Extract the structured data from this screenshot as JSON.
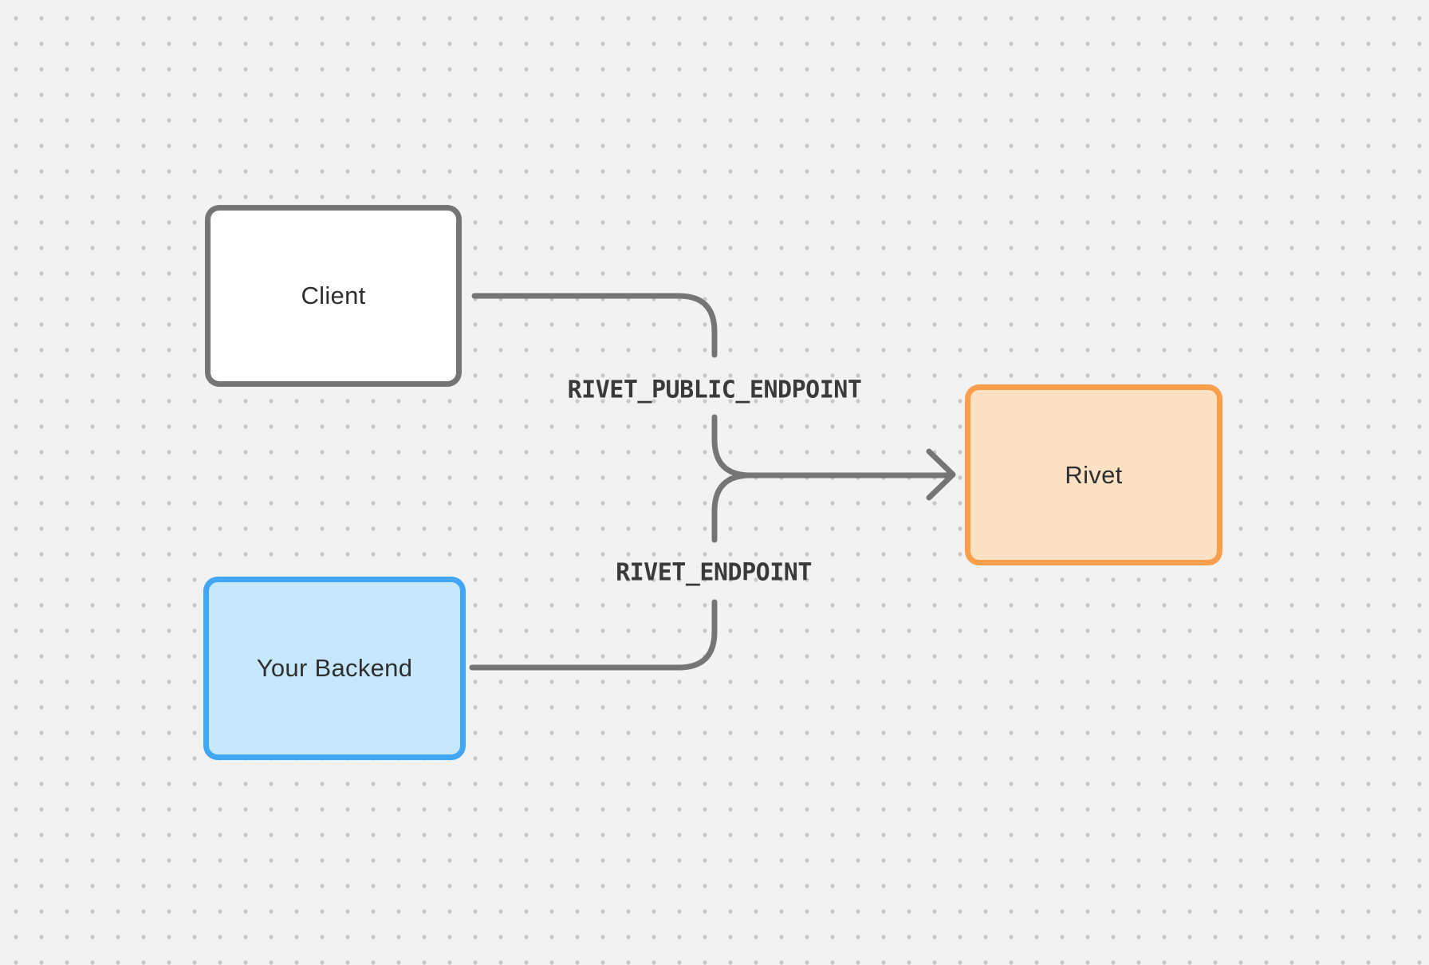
{
  "nodes": {
    "client": {
      "label": "Client"
    },
    "backend": {
      "label": "Your Backend"
    },
    "rivet": {
      "label": "Rivet"
    }
  },
  "edges": {
    "public_endpoint_label": "RIVET_PUBLIC_ENDPOINT",
    "endpoint_label": "RIVET_ENDPOINT"
  },
  "colors": {
    "bg": "#f2f2f3",
    "dot": "#c7c7cc",
    "wire": "#757575",
    "text": "#2f2f2f",
    "label": "#3a3a3a",
    "client_fill": "#ffffff",
    "client_border": "#757575",
    "backend_fill": "#c6e7fc",
    "backend_border": "#41a7f5",
    "rivet_fill": "#fce1c4",
    "rivet_border": "#f99e4a"
  }
}
